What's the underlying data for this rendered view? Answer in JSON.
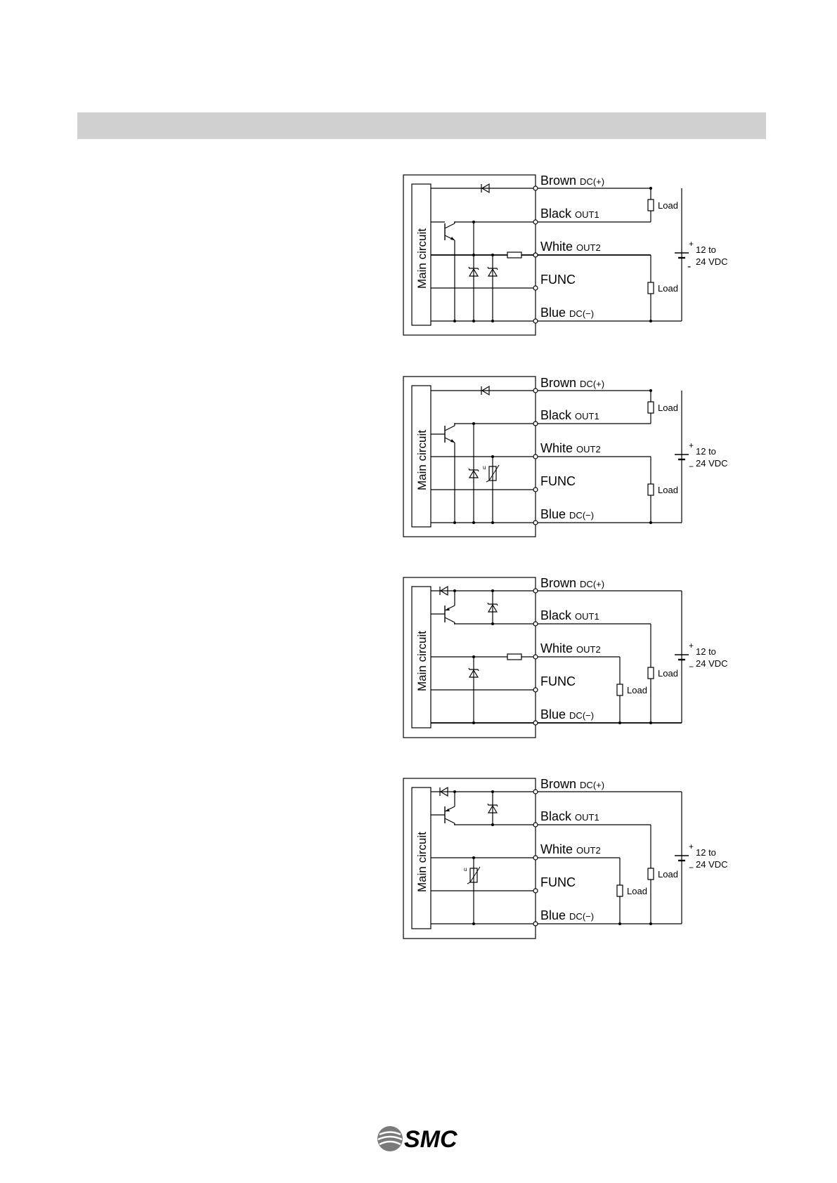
{
  "header": {
    "title": ""
  },
  "diagrams": [
    {
      "main_circuit": "Main circuit",
      "wires": {
        "brown": "Brown",
        "brown_sub": "DC(+)",
        "black": "Black",
        "black_sub": "OUT1",
        "white": "White",
        "white_sub": "OUT2",
        "func": "FUNC",
        "blue": "Blue",
        "blue_sub": "DC(−)"
      },
      "load_labels": [
        "Load",
        "Load"
      ],
      "supply": {
        "line1": "12 to",
        "line2": "24 VDC",
        "plus": "+",
        "minus": "-"
      }
    },
    {
      "main_circuit": "Main circuit",
      "wires": {
        "brown": "Brown",
        "brown_sub": "DC(+)",
        "black": "Black",
        "black_sub": "OUT1",
        "white": "White",
        "white_sub": "OUT2",
        "func": "FUNC",
        "blue": "Blue",
        "blue_sub": "DC(−)"
      },
      "load_labels": [
        "Load",
        "Load"
      ],
      "supply": {
        "line1": "12 to",
        "line2": "24 VDC",
        "plus": "+",
        "minus": "−"
      }
    },
    {
      "main_circuit": "Main circuit",
      "wires": {
        "brown": "Brown",
        "brown_sub": "DC(+)",
        "black": "Black",
        "black_sub": "OUT1",
        "white": "White",
        "white_sub": "OUT2",
        "func": "FUNC",
        "blue": "Blue",
        "blue_sub": "DC(−)"
      },
      "load_labels": [
        "Load",
        "Load"
      ],
      "supply": {
        "line1": "12 to",
        "line2": "24 VDC",
        "plus": "+",
        "minus": "−"
      }
    },
    {
      "main_circuit": "Main circuit",
      "wires": {
        "brown": "Brown",
        "brown_sub": "DC(+)",
        "black": "Black",
        "black_sub": "OUT1",
        "white": "White",
        "white_sub": "OUT2",
        "func": "FUNC",
        "blue": "Blue",
        "blue_sub": "DC(−)"
      },
      "load_labels": [
        "Load",
        "Load"
      ],
      "supply": {
        "line1": "12 to",
        "line2": "24 VDC",
        "plus": "+",
        "minus": "−"
      }
    }
  ],
  "footer": {
    "logo_text": "SMC"
  }
}
